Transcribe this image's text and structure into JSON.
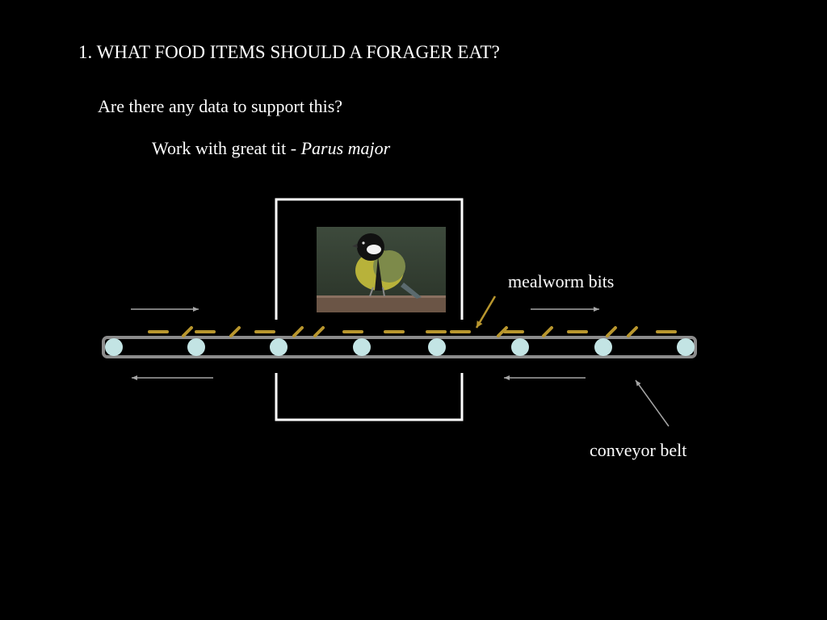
{
  "slide": {
    "heading": "1. WHAT FOOD ITEMS SHOULD A FORAGER EAT?",
    "question": "Are there any data to support this?",
    "work_prefix": "Work with great tit - ",
    "species": "Parus major"
  },
  "diagram": {
    "labels": {
      "mealworm": "mealworm bits",
      "conveyor": "conveyor belt"
    },
    "colors": {
      "background": "#000000",
      "box": "#ffffff",
      "belt": "#8c8c8c",
      "roller": "#c3e4e4",
      "mealworm": "#b8962e",
      "arrow": "#a6a6a6"
    },
    "photo": {
      "subject": "great-tit-bird-photo"
    }
  }
}
